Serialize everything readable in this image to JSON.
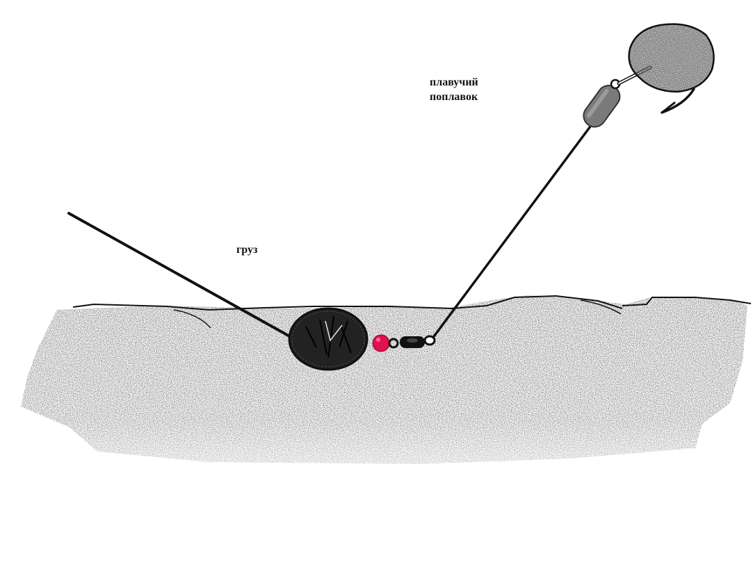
{
  "labels": {
    "float_line1": "плавучий",
    "float_line2": "поплавок",
    "weight": "груз"
  },
  "colors": {
    "line": "#111111",
    "sand": "#2a2a2a",
    "bead": "#e0114f",
    "float_body": "#7a7a7a",
    "bait": "#3a3a3a",
    "background": "#ffffff"
  },
  "icons": {
    "weight": "sinker-weight-icon",
    "bead": "bead-icon",
    "swivel": "swivel-icon",
    "float": "float-icon",
    "hook": "hook-icon",
    "bait": "bait-ball-icon"
  }
}
